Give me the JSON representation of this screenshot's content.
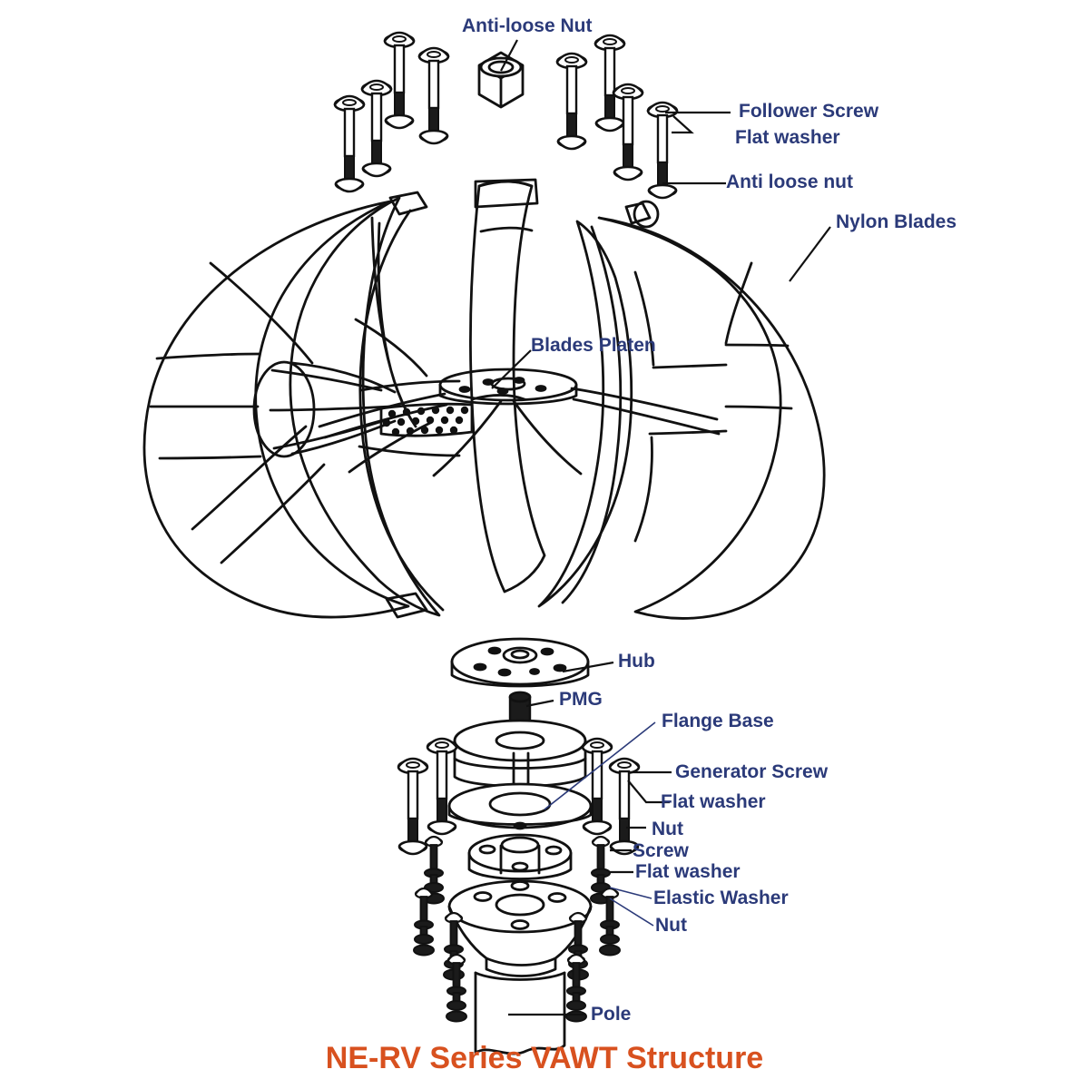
{
  "figure": {
    "title": "NE-RV Series VAWT Structure",
    "title_color": "#d8511f",
    "label_color": "#2b3a79",
    "line_color": "#111111",
    "background": "#ffffff"
  },
  "labels": {
    "anti_loose_nut_top": "Anti-loose Nut",
    "follower_screw": "Follower Screw",
    "flat_washer_top": "Flat washer",
    "anti_loose_nut_right": "Anti loose nut",
    "nylon_blades": "Nylon Blades",
    "blades_platen": "Blades Platen",
    "hub": "Hub",
    "pmg": "PMG",
    "flange_base": "Flange Base",
    "generator_screw": "Generator Screw",
    "flat_washer_gen": "Flat washer",
    "nut_gen": "Nut",
    "screw": "Screw",
    "flat_washer_lower": "Flat washer",
    "elastic_washer": "Elastic Washer",
    "nut_lower": "Nut",
    "pole": "Pole"
  }
}
